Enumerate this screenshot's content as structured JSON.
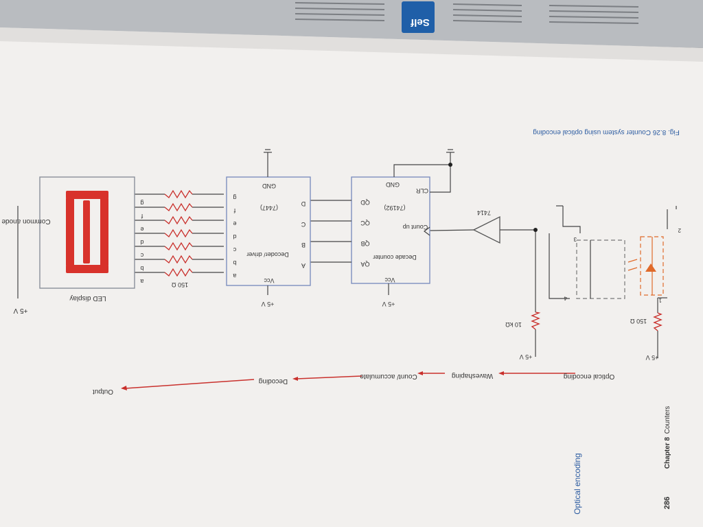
{
  "page": {
    "page_number": "286",
    "chapter": "Chapter 8",
    "chapter_title": "Counters",
    "section": "Optical encoding",
    "figure_caption": "Fig. 8.26 Counter system using optical encoding"
  },
  "block_diagram": {
    "stages": [
      "Optical encoding",
      "Waveshaping",
      "Count/ accumulate",
      "Decoding",
      "Output"
    ]
  },
  "encoder": {
    "supply": "+5 V",
    "resistor": "150 Ω",
    "pins": [
      "1",
      "2",
      "3",
      "4"
    ],
    "pullup_supply": "+5 V",
    "pullup_resistor": "10 kΩ"
  },
  "schmitt": {
    "label": "7414"
  },
  "counter": {
    "title": "Decade counter",
    "part": "(74192)",
    "vcc": "Vcc",
    "supply": "+5 V",
    "count_label": "Count up",
    "clr": "CLR",
    "gnd": "GND",
    "outputs": [
      "QA",
      "QB",
      "QC",
      "QD"
    ]
  },
  "decoder": {
    "title": "Decoder/ driver",
    "part": "(7447)",
    "vcc": "Vcc",
    "supply": "+5 V",
    "gnd": "GND",
    "inputs": [
      "A",
      "B",
      "C",
      "D"
    ],
    "outputs": [
      "a",
      "b",
      "c",
      "d",
      "e",
      "f",
      "g"
    ]
  },
  "resistors": {
    "label": "150 Ω"
  },
  "display": {
    "title": "LED display",
    "common": "Common anode",
    "supply": "+5 V",
    "segments": [
      "a",
      "b",
      "c",
      "d",
      "e",
      "f",
      "g"
    ],
    "segment_color": "#d8322b"
  },
  "facing_page": {
    "badge": "Self",
    "badge_color": "#1f5fa8"
  }
}
